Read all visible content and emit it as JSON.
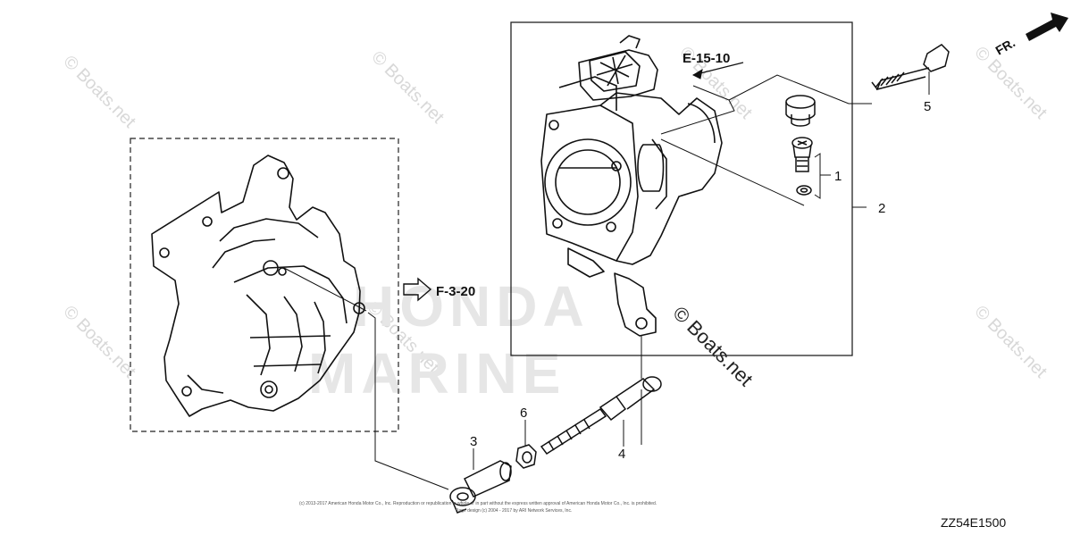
{
  "diagram": {
    "drawing_code": "ZZ54E1500",
    "front_indicator": "FR.",
    "refs": {
      "upper": "E-15-10",
      "left": "F-3-20"
    },
    "callouts": [
      "1",
      "2",
      "3",
      "4",
      "5",
      "6"
    ],
    "watermark": "© Boats.net",
    "brand_watermark": [
      "HONDA",
      "MARINE"
    ],
    "copyright_lines": [
      "(c) 2013-2017 American Honda Motor Co., Inc. Reproduction or republication in whole or in part without the express written approval of American Honda Motor Co., Inc. is prohibited.",
      "Page design (c) 2004 - 2017 by ARI Network Services, Inc."
    ]
  }
}
